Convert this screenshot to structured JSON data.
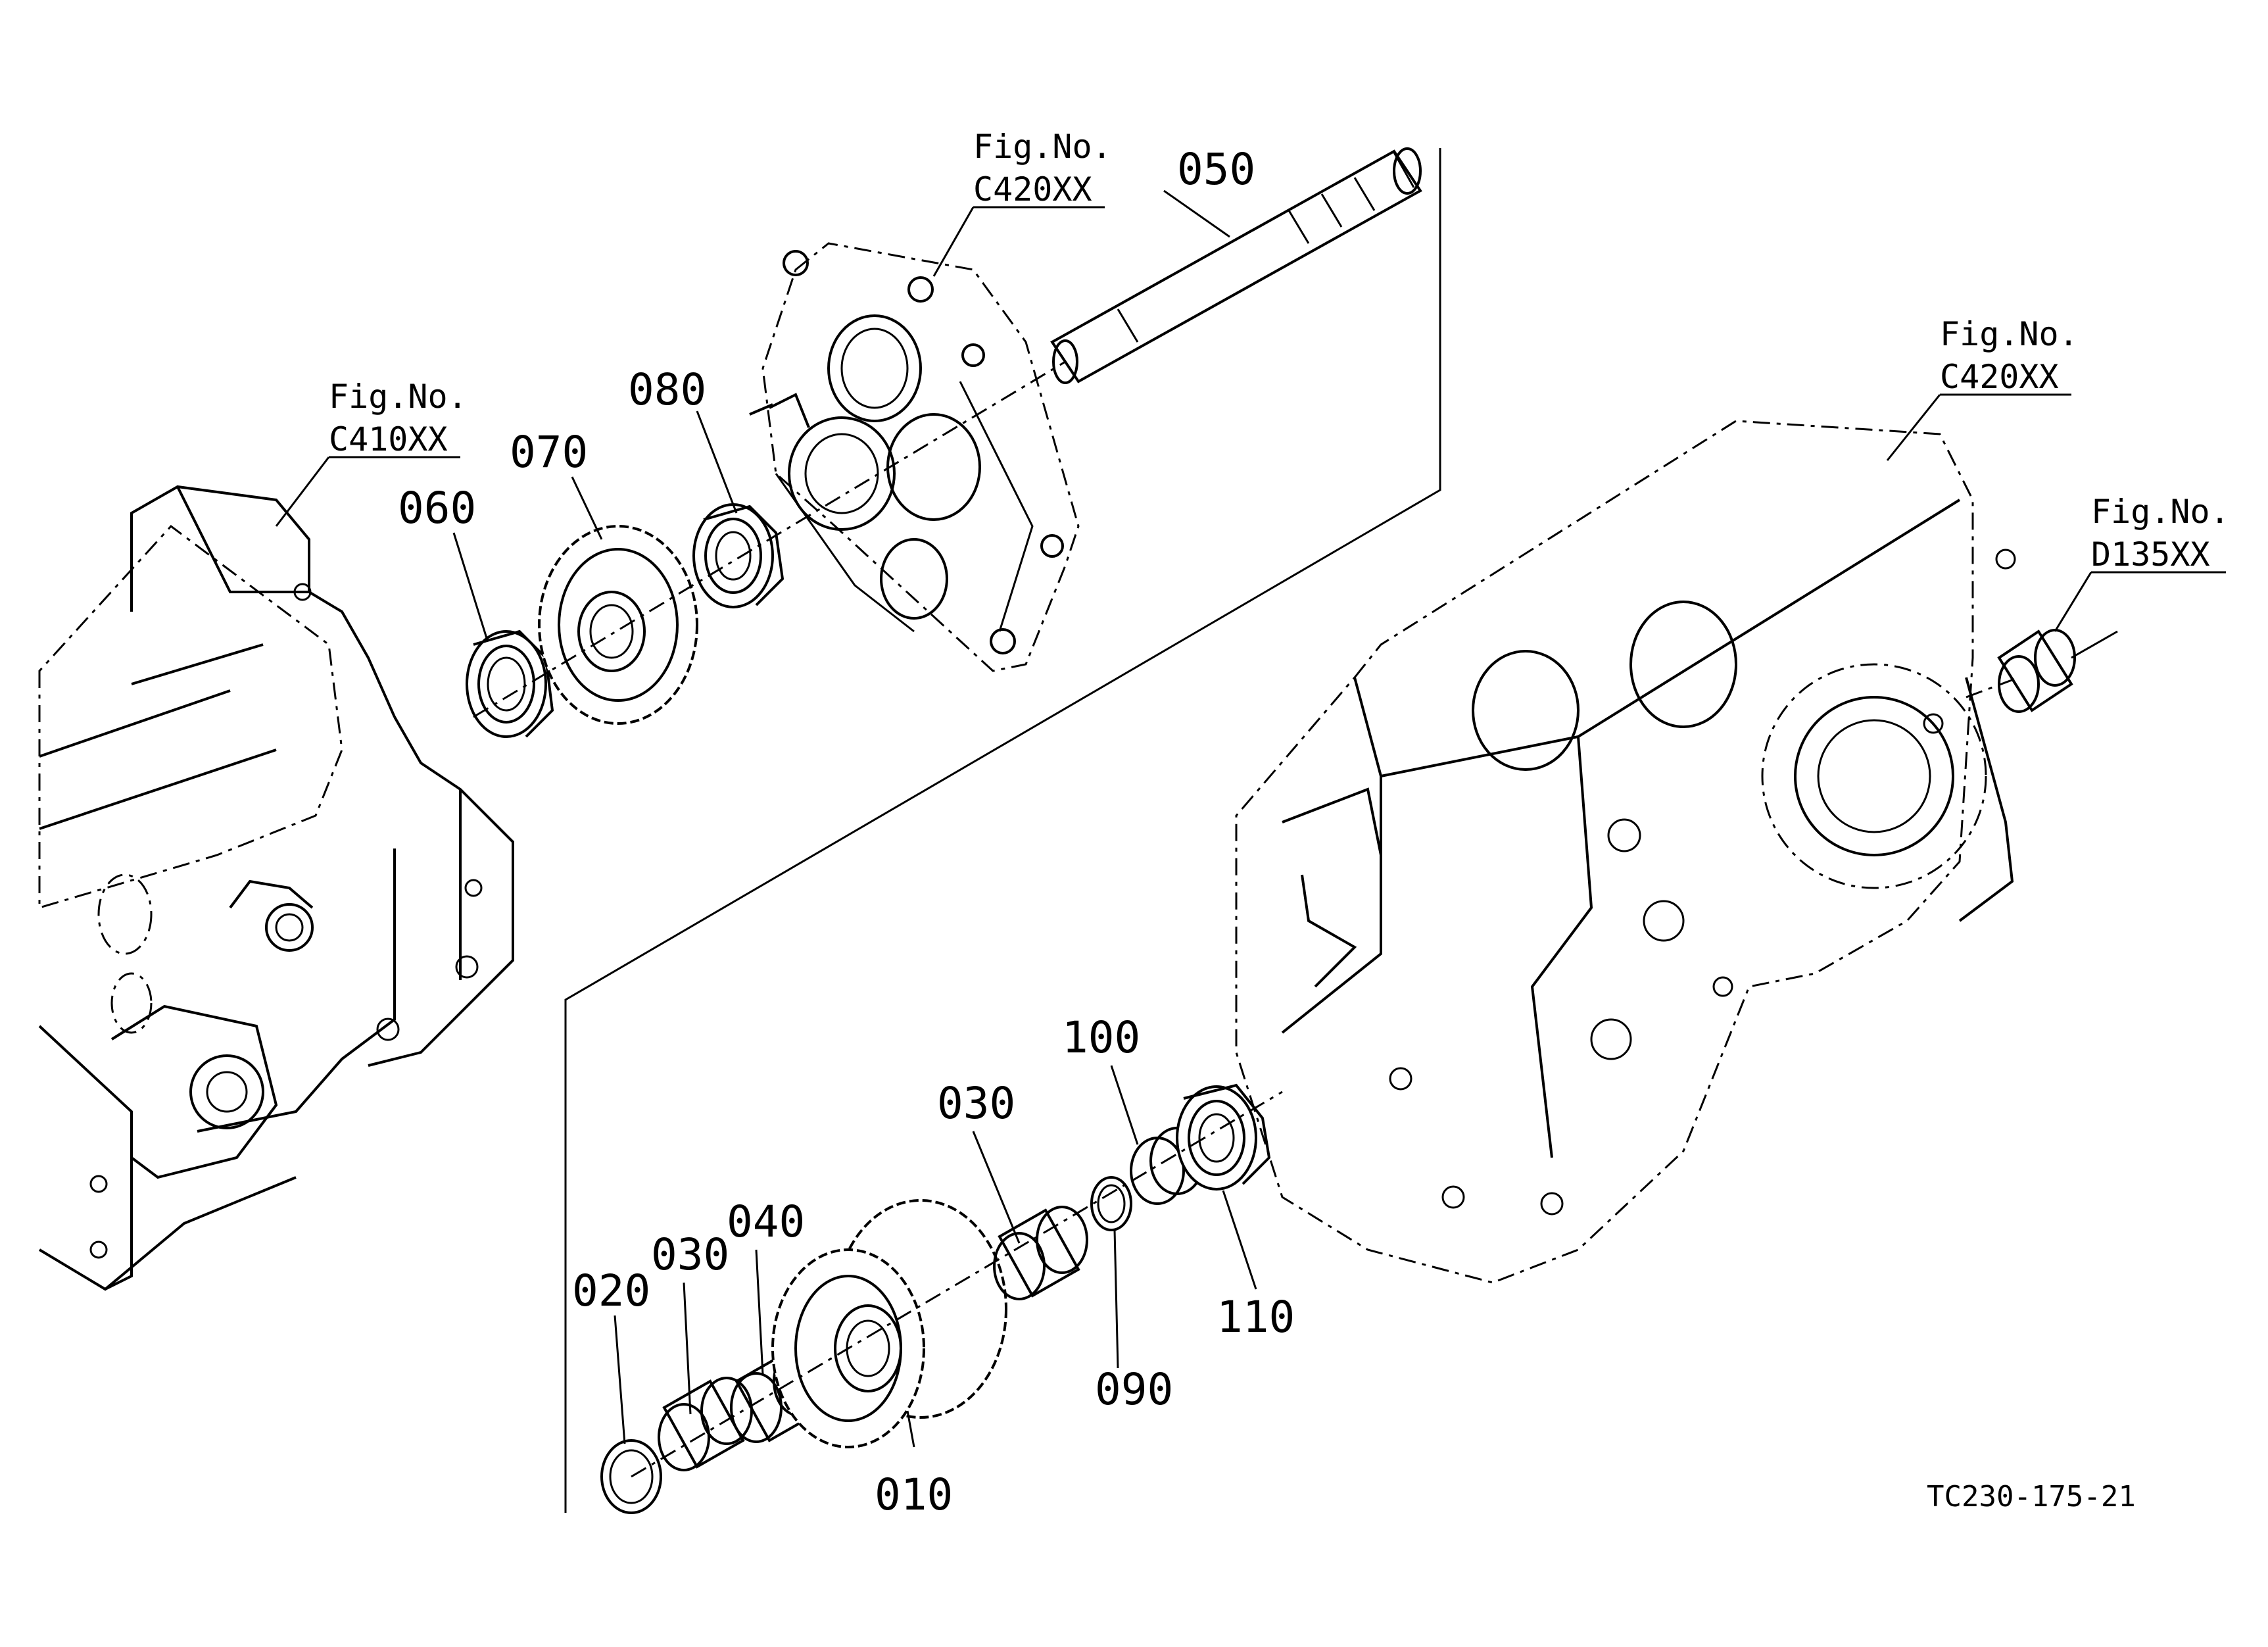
{
  "figure_refs": [
    {
      "caption": "Fig.No.",
      "code": "C420XX"
    },
    {
      "caption": "Fig.No.",
      "code": "C410XX"
    },
    {
      "caption": "Fig.No.",
      "code": "C420XX"
    },
    {
      "caption": "Fig.No.",
      "code": "D135XX"
    }
  ],
  "parts": [
    {
      "no": "050"
    },
    {
      "no": "080"
    },
    {
      "no": "070"
    },
    {
      "no": "060"
    },
    {
      "no": "100"
    },
    {
      "no": "030"
    },
    {
      "no": "040"
    },
    {
      "no": "030"
    },
    {
      "no": "020"
    },
    {
      "no": "110"
    },
    {
      "no": "090"
    },
    {
      "no": "010"
    }
  ],
  "drawing_code": "TC230-175-21"
}
